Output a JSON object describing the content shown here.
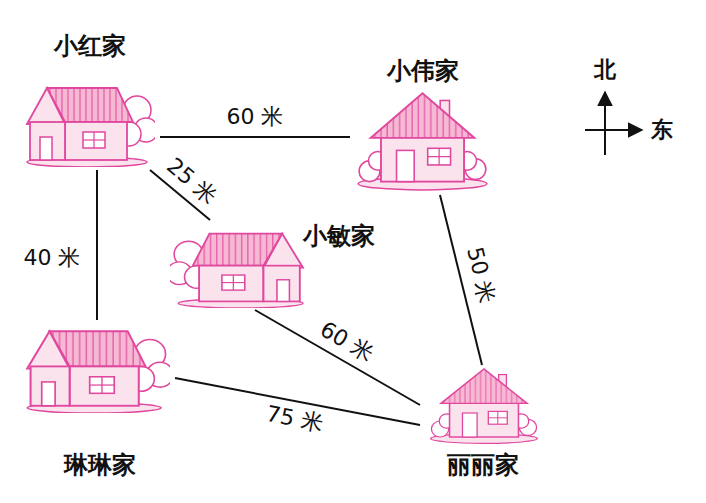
{
  "diagram": {
    "nodes": [
      {
        "text": [
          "小红家"
        ]
      },
      {
        "text": [
          "小伟家"
        ]
      },
      {
        "text": [
          "小敏家"
        ]
      },
      {
        "text": [
          "琳琳家"
        ]
      },
      {
        "text": [
          "丽丽家"
        ]
      }
    ],
    "edges": [
      {
        "from": 0,
        "to": 1,
        "label": "60 米",
        "arrow": "none"
      },
      {
        "from": 0,
        "to": 2,
        "label": "25 米",
        "arrow": "none"
      },
      {
        "from": 0,
        "to": 3,
        "label": "40 米",
        "arrow": "none"
      },
      {
        "from": 1,
        "to": 4,
        "label": "50 米",
        "arrow": "none"
      },
      {
        "from": 2,
        "to": 4,
        "label": "60 米",
        "arrow": "none"
      },
      {
        "from": 3,
        "to": 4,
        "label": "75 米",
        "arrow": "none"
      }
    ],
    "labels": [
      "北",
      "东"
    ]
  }
}
